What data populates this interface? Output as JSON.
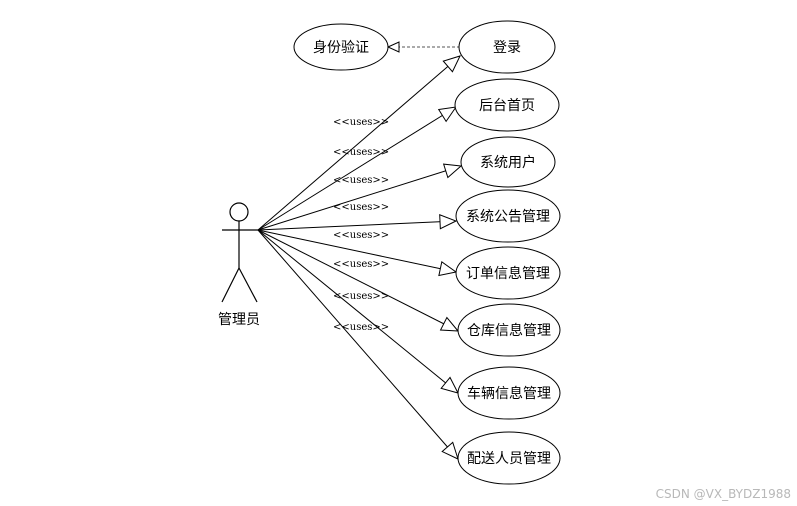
{
  "actor": {
    "label": "管理员"
  },
  "auth_case": {
    "label": "身份验证"
  },
  "use_cases": [
    {
      "label": "登录",
      "stereotype": "<<uses>>"
    },
    {
      "label": "后台首页",
      "stereotype": "<<uses>>"
    },
    {
      "label": "系统用户",
      "stereotype": "<<uses>>"
    },
    {
      "label": "系统公告管理",
      "stereotype": "<<uses>>"
    },
    {
      "label": "订单信息管理",
      "stereotype": "<<uses>>"
    },
    {
      "label": "仓库信息管理",
      "stereotype": "<<uses>>"
    },
    {
      "label": "车辆信息管理",
      "stereotype": "<<uses>>"
    },
    {
      "label": "配送人员管理",
      "stereotype": "<<uses>>"
    }
  ],
  "watermark": "CSDN @VX_BYDZ1988"
}
